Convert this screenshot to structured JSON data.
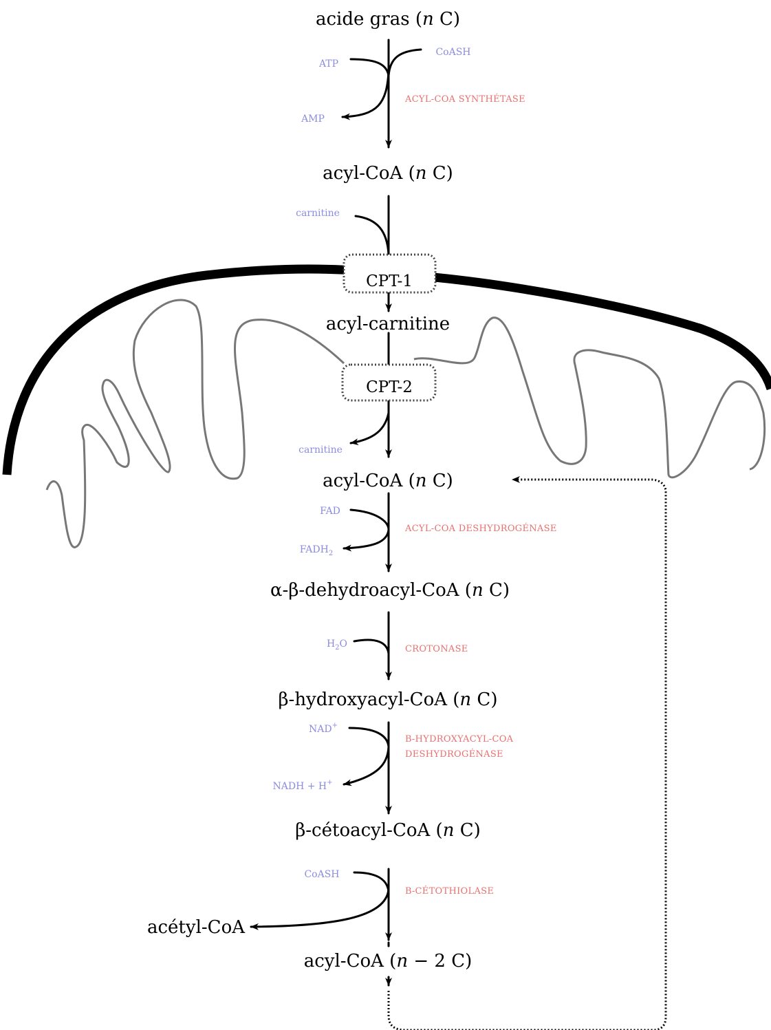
{
  "diagram": {
    "metabolites": {
      "fatty_acid": {
        "pre": "acide gras (",
        "var": "n",
        "post": " C)"
      },
      "acyl_coa_1": {
        "pre": "acyl-CoA (",
        "var": "n",
        "post": " C)"
      },
      "acyl_carnitine": {
        "pre": "acyl-carnitine",
        "var": "",
        "post": ""
      },
      "acyl_coa_2": {
        "pre": "acyl-CoA (",
        "var": "n",
        "post": " C)"
      },
      "dehydroacyl": {
        "pre": "α-β-dehydroacyl-CoA (",
        "var": "n",
        "post": " C)"
      },
      "hydroxyacyl": {
        "pre": "β-hydroxyacyl-CoA (",
        "var": "n",
        "post": " C)"
      },
      "cetoacyl": {
        "pre": "β-cétoacyl-CoA (",
        "var": "n",
        "post": " C)"
      },
      "acetyl_coa": {
        "pre": "acétyl-CoA",
        "var": "",
        "post": ""
      },
      "acyl_coa_n2": {
        "pre": "acyl-CoA (",
        "var": "n",
        "post": " − 2 C)"
      }
    },
    "cofactors": {
      "atp": "ATP",
      "coash_1": "CoASH",
      "amp": "AMP",
      "carnitine_in": "carnitine",
      "carnitine_out": "carnitine",
      "fad": "FAD",
      "fadh2": {
        "base": "FADH",
        "sub": "2"
      },
      "h2o": {
        "pre": "H",
        "sub": "2",
        "post": "O"
      },
      "nad": {
        "base": "NAD",
        "sup": "+"
      },
      "nadh": {
        "base": "NADH + H",
        "sup": "+"
      },
      "coash_2": "CoASH"
    },
    "enzymes": {
      "synthetase": "ACYL-COA SYNTHÉTASE",
      "dehydrogenase": "ACYL-COA DESHYDROGÉNASE",
      "crotonase": "CROTONASE",
      "hydroxy_line1": "Β-HYDROXYACYL-COA",
      "hydroxy_line2": "DESHYDROGÉNASE",
      "thiolase": "Β-CÉTOTHIOLASE"
    },
    "transporters": {
      "cpt1": "CPT-1",
      "cpt2": "CPT-2"
    },
    "colors": {
      "cofactor": "#8c8ce0",
      "enzyme": "#e8706e",
      "membrane_outer": "#000000",
      "membrane_inner": "#777777"
    }
  }
}
